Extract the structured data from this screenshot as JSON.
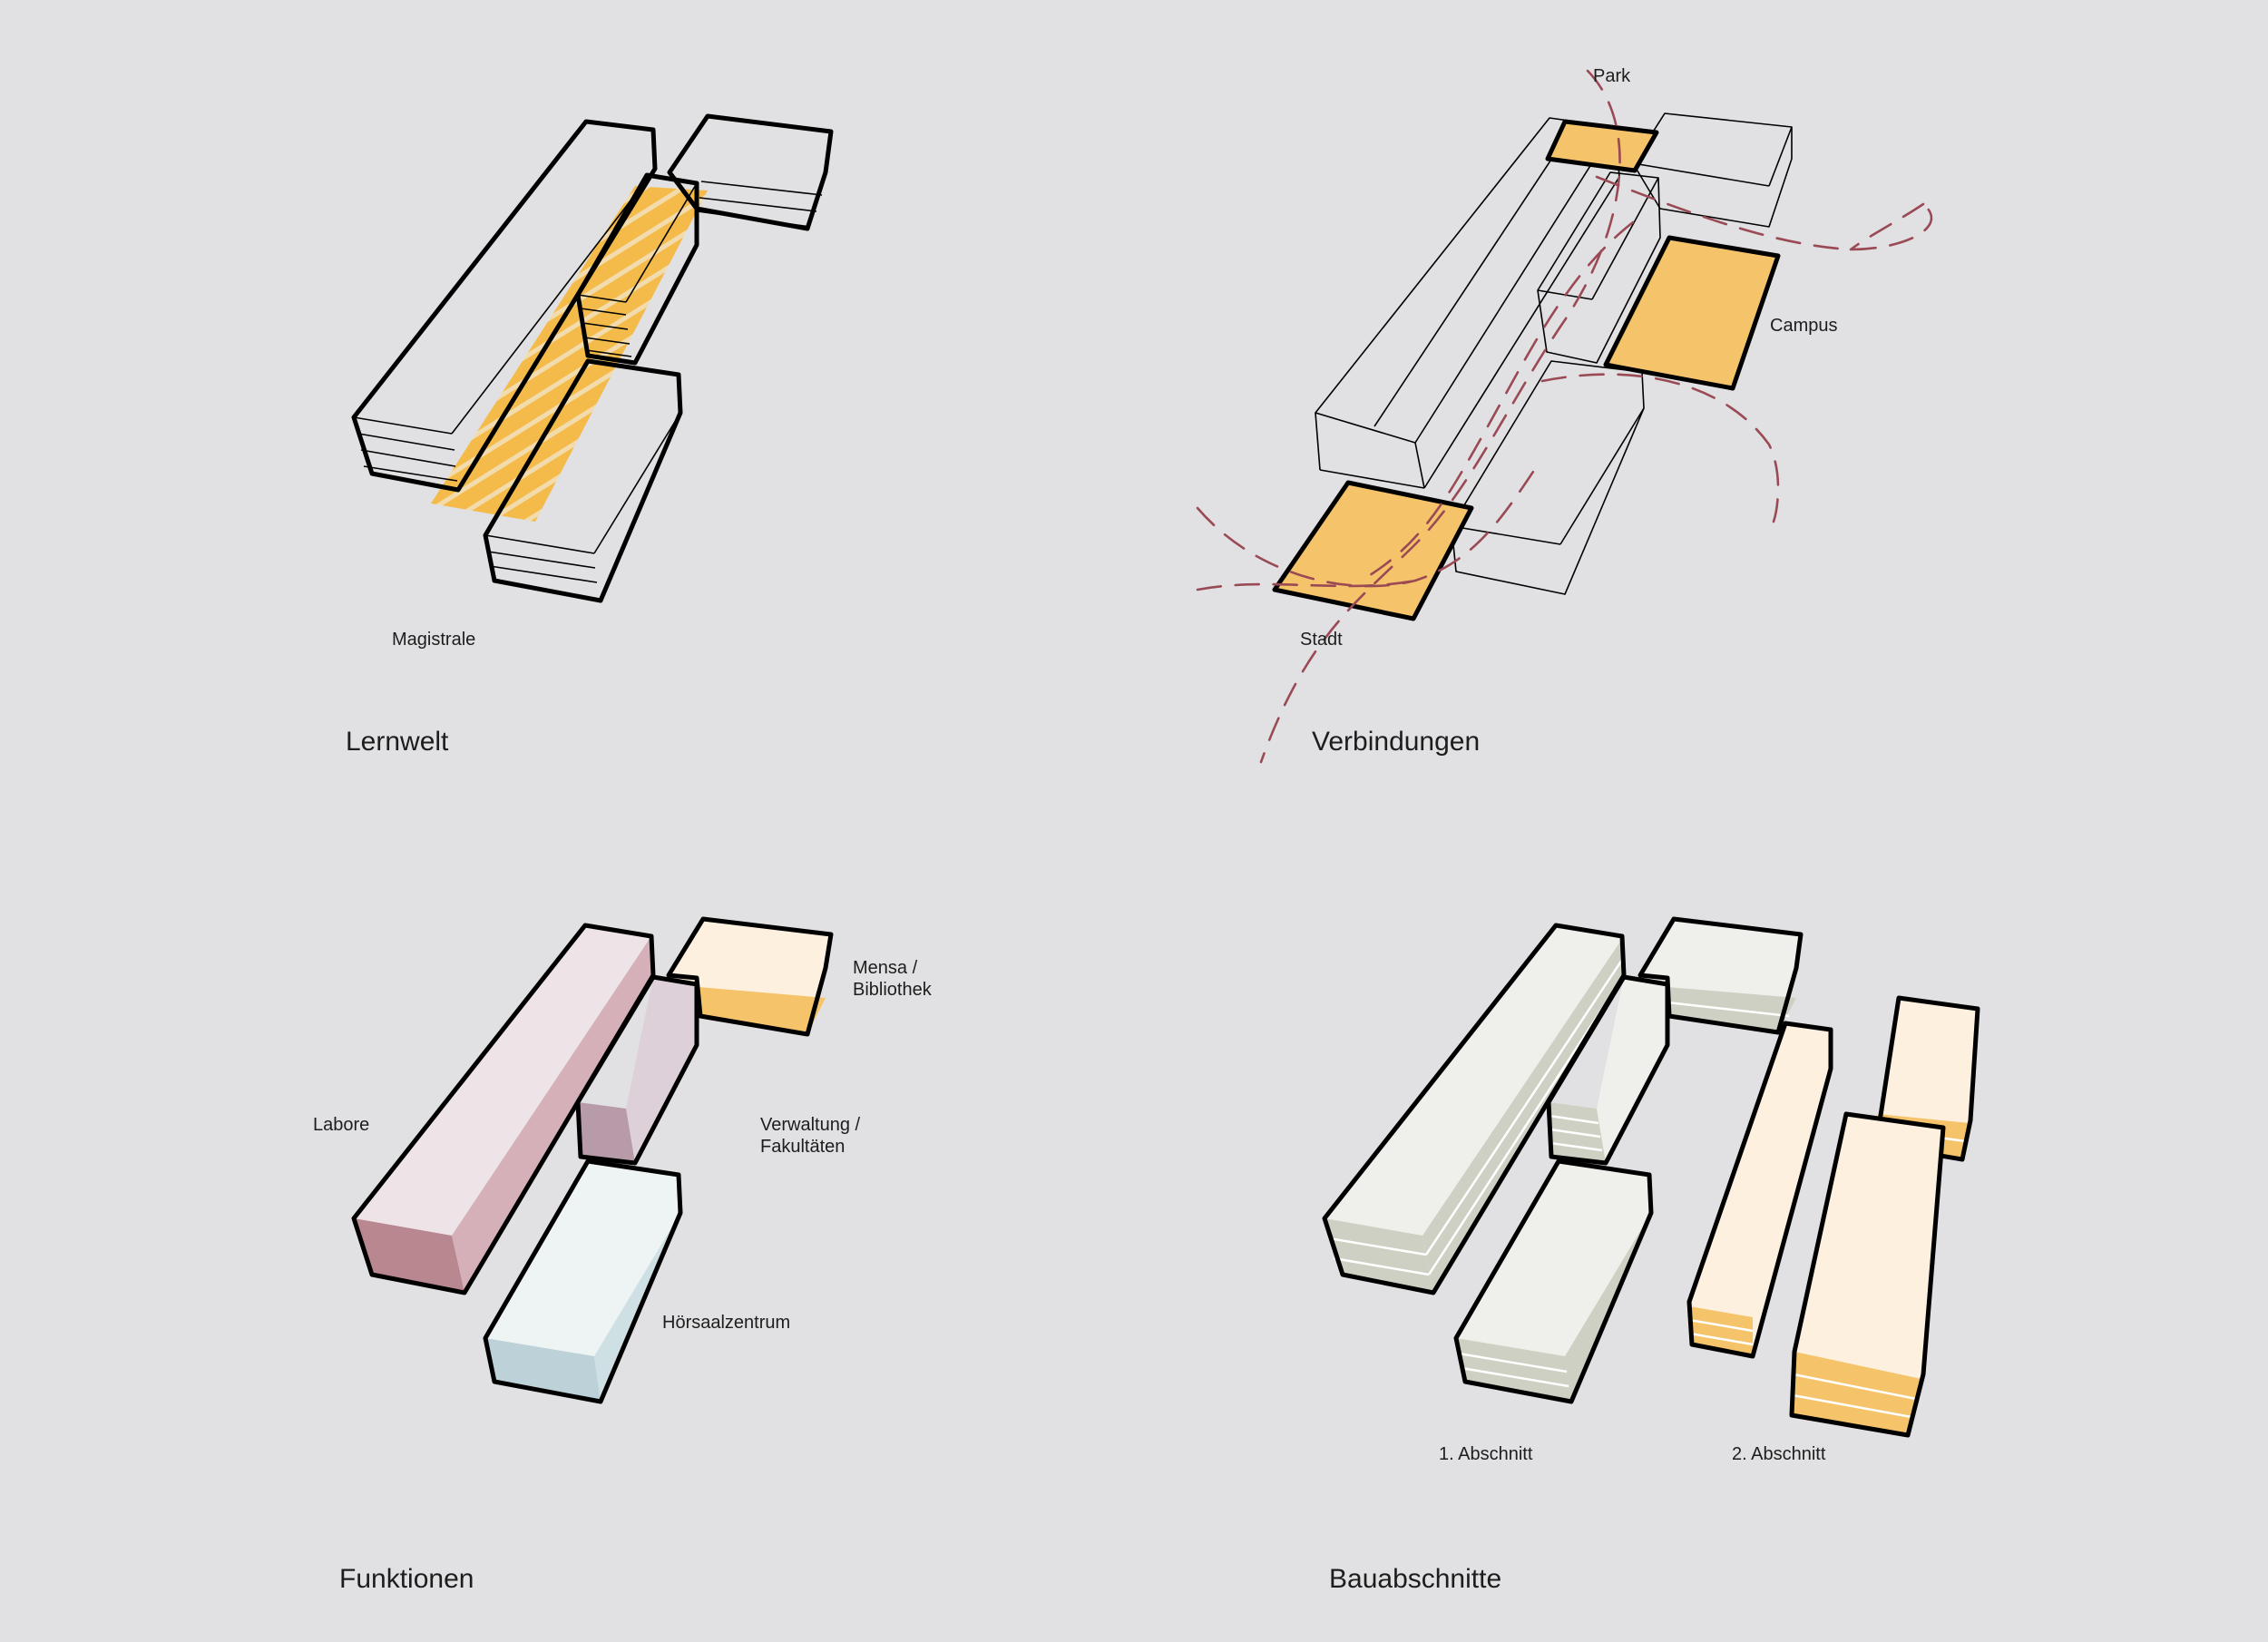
{
  "panels": {
    "lernwelt": {
      "title": "Lernwelt",
      "labels": {
        "magistrale": "Magistrale"
      }
    },
    "verbindungen": {
      "title": "Verbindungen",
      "labels": {
        "park": "Park",
        "campus": "Campus",
        "stadt": "Stadt"
      }
    },
    "funktionen": {
      "title": "Funktionen",
      "labels": {
        "labore": "Labore",
        "mensa_1": "Mensa /",
        "mensa_2": "Bibliothek",
        "verwaltung_1": "Verwaltung /",
        "verwaltung_2": "Fakultäten",
        "hoersaal": "Hörsaalzentrum"
      }
    },
    "bauabschnitte": {
      "title": "Bauabschnitte",
      "labels": {
        "abschnitt_1": "1. Abschnitt",
        "abschnitt_2": "2. Abschnitt"
      }
    }
  },
  "colors": {
    "background": "#e1e1e3",
    "accent_orange": "#f5c46a",
    "labore": "#eee3e6",
    "labore_side": "#d5b0b8",
    "labore_front": "#b98790",
    "verwaltung": "#ddd0d8",
    "verwaltung_front": "#b79ba9",
    "mensa_top": "#fdf0df",
    "hoersaal_top": "#eef4f4",
    "hoersaal_front": "#bdd1d8",
    "phase1_top": "#eff0ec",
    "phase1_side": "#cdd0c2",
    "phase2_top": "#fdf0df",
    "connection_path": "#9a4a55"
  },
  "icons": {
    "connection_lines": "dashed-path"
  }
}
